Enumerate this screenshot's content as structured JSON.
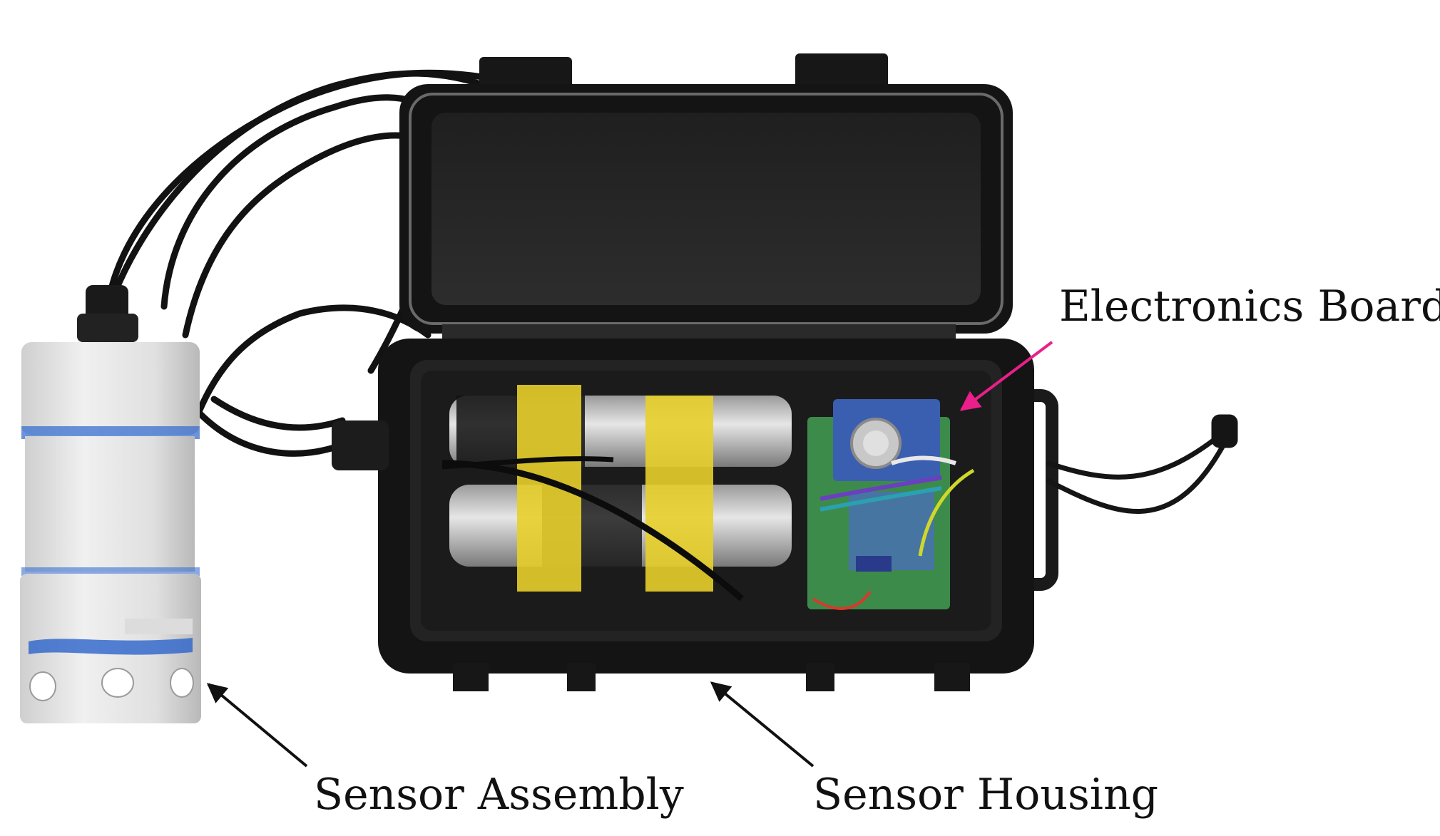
{
  "labels": {
    "electronics_board": "Electronics Board",
    "sensor_assembly": "Sensor Assembly",
    "sensor_housing": "Sensor Housing"
  },
  "colors": {
    "background": "#ffffff",
    "case_body": "#141414",
    "case_rim": "#5a5a5a",
    "pvc_tube": "#e3e3e3",
    "blue_seal": "#2a63c9",
    "battery_tape": "#e8cf2a",
    "pcb_blue": "#3a5fb0",
    "pcb_green": "#3c8b4a",
    "pointer_pink": "#ea1f8a",
    "pointer_black": "#111111"
  },
  "icons": {
    "photo": "device-photo-illustration"
  }
}
